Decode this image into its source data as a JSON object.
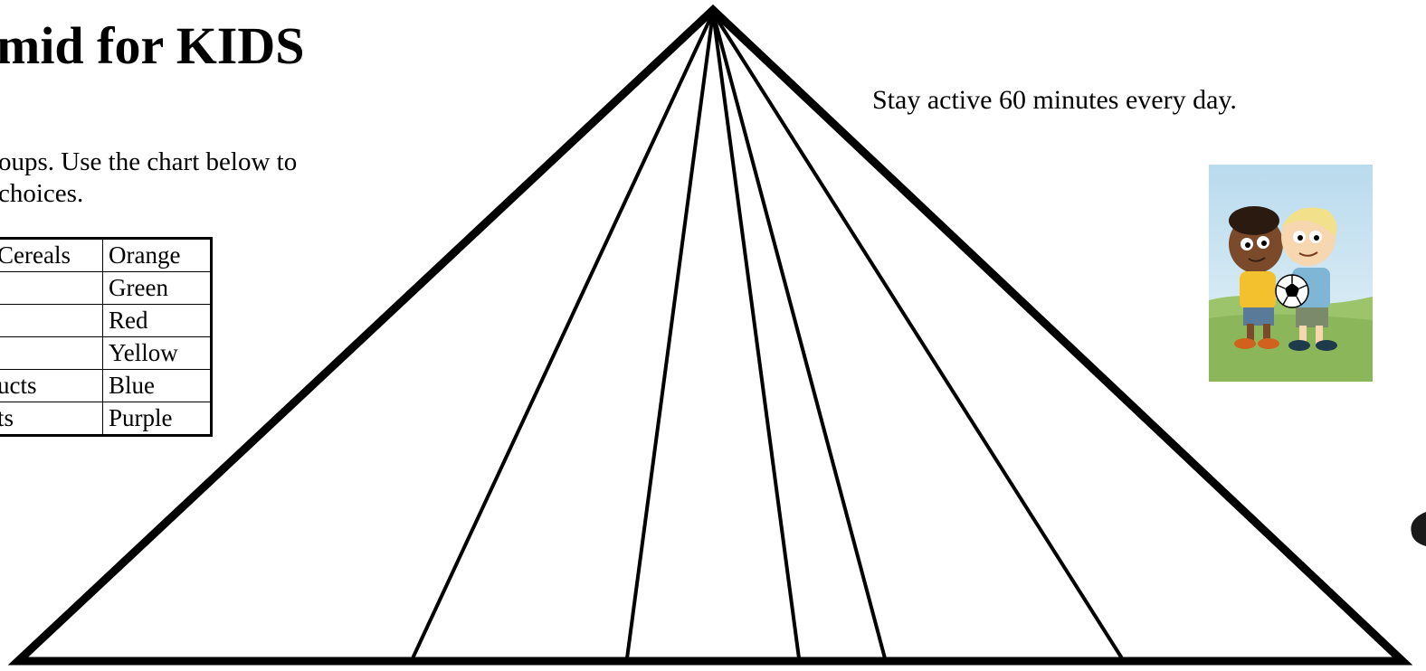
{
  "document": {
    "title": "mid for KIDS",
    "instructions": [
      "oups.  Use the chart below to",
      "choices."
    ],
    "activity_text": "Stay active 60 minutes every day."
  },
  "color_chart": {
    "rows": [
      {
        "group": "Cereals",
        "color": "Orange"
      },
      {
        "group": "",
        "color": "Green"
      },
      {
        "group": "",
        "color": "Red"
      },
      {
        "group": "",
        "color": "Yellow"
      },
      {
        "group": "ucts",
        "color": "Blue"
      },
      {
        "group": "ts",
        "color": "Purple"
      }
    ]
  },
  "illustration": {
    "name": "kids-with-soccer-ball",
    "colors": {
      "sky": "#cfe6f2",
      "grass": "#9cc46a",
      "shirt_left": "#f3c12d",
      "shirt_right": "#7fb6d6",
      "ball": "#ffffff"
    }
  },
  "pyramid": {
    "stripes": 6,
    "outline_color": "#000000"
  }
}
